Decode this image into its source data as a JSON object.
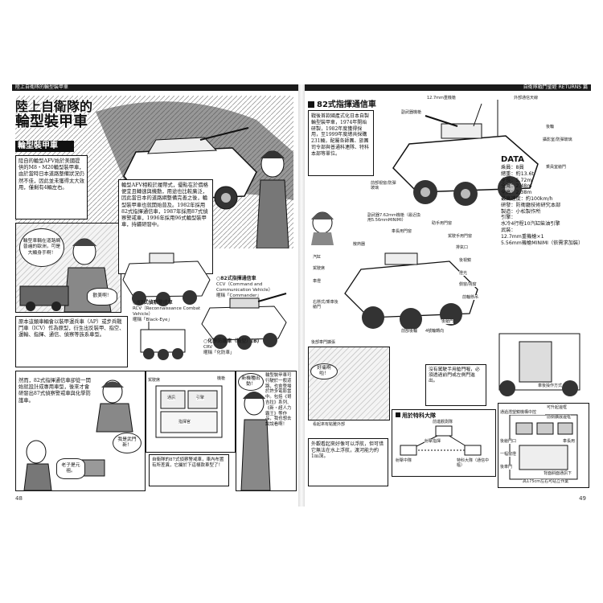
{
  "header": {
    "left_running_title": "陸上自衛隊的輪型裝甲車",
    "right_running_title": "自衛隊戰鬥聖經 RETURNS 篇"
  },
  "page_numbers": {
    "left": "48",
    "right": "49"
  },
  "left_page": {
    "title_line1": "陸上自衛隊的",
    "title_line2": "輪型裝甲車",
    "subtitle": "輪型裝甲車",
    "intro_text": "陸自的輪型AFV始於美國提供的M8・M20輪型裝甲車，由於當時日本道路整備狀況仍然不佳，因此並未獲得太大效用，僅剩有4輛左右。",
    "intro_text2": "輪型AFV相較於履帶式，優點在於價格便宜且轉速與機動，用途也比較廣泛，因此當日本的道路網整備完善之後，輪型裝甲車也就開始普及。1982年採用82式指揮通信車，1987年採用87式偵察警戒車，1996年採用96式輪型裝甲車，持續研發中。",
    "soldier_bubble": "輪型車輛在道路網普遍的歐洲，可是大顯身手啊！",
    "cheer_bubble": "歡美啊！",
    "caption_82": "○82式指揮通信車",
    "caption_82_sub1": "CCV（Command and Communication Vehicle）",
    "caption_82_sub2": "暱稱「Commander」",
    "caption_87": "○87式偵察警戒車",
    "caption_87_sub1": "RCV（Reconnaissance Combat Vehicle）",
    "caption_87_sub2": "暱稱「Black-Eye」",
    "caption_nbc": "○化學防護車（輪型）(B)",
    "caption_nbc_sub1": "CRV",
    "caption_nbc_sub2": "暱稱「化防車」",
    "mid_text": "原本這類車輛會以裝甲運兵車（AP）或步兵戰鬥車（ICV）作為原型，衍生出反裝甲、指空、運輸、指揮、通信、偵察等族系車型。",
    "lower_text": "然而，82式指揮通信車卻從一開始就設計成專用車型，後來才會研發出87式偵察警戒車與化學防護車。",
    "speech_me": "我是武門新！",
    "speech_old": "老子是元祖。",
    "diagram_labels": [
      "通訊",
      "引擎",
      "駕駛席",
      "機槍",
      "指揮官"
    ],
    "diagram_caption": "自衛隊的87式偵察警戒車，車內布置有所差異，它屬於下這樣款車型了！",
    "girl_bubble": "新機種出動！",
    "girl_text": "輪型裝甲車可行駛於一般道路，也會登場於許多電影當中。包括《哥吉拉》系列、《新・超人力霸王》等作品，我也想去說說看啊！",
    "tank_cap": ""
  },
  "right_page": {
    "section_title": "82式指揮通信車",
    "intro_text": "戰後首款國產式化日本自製輪型裝甲車，1974年開始研製，1982年度獲得採用，至1999年度總共採購231輛，配屬各師團、旅團司令部與普通科連隊、特科本部等單位。",
    "labels_top": [
      "12.7mm重機槍",
      "外部通信天線",
      "後輪",
      "攝影室/防彈玻璃",
      "乘員室艙門",
      "副武器機槍",
      "前部視窗/防彈玻璃"
    ],
    "labels_mid": [
      "副武器7.62mm機槍（最近換用5.56mmMINIMI）",
      "助手用門窗",
      "駕駛手用門窗",
      "排氣口",
      "後視鏡",
      "燈光",
      "側窗/視窗",
      "前輪懸吊",
      "車長用門窗",
      "散熱器",
      "汽缸",
      "駕駛席",
      "車燈",
      "右懸式/乘車後艙門",
      "後艙門",
      "4號輪轉向",
      "前部後輪"
    ],
    "data": {
      "heading": "DATA",
      "rows": [
        "乘員：8員",
        "總重：約13.6t",
        "全長：5.72m",
        "全寬：2.48m",
        "全高：2.38m",
        "最高速度：約100km/h",
        "研發：防衛廳技術研究本部",
        "製造：小松製作所",
        "引擎：",
        "水冷4行程10汽缸柴油引擎",
        "武裝：",
        "12.7mm重機槍×1",
        "5.56mm機槍MINIMI（依需求加裝）"
      ]
    },
    "lower_label_top": "後部車門擴張",
    "speech_lower1": "沒有駕駛手用艙門喔，必須透過前門或左側門進出。",
    "speech_bubble_pass": "好痛啊啦！",
    "speech_lower2": "看起來有點難外部",
    "special_title": "用於特科大隊",
    "net_labels": [
      "射擊指揮",
      "前進觀測隊",
      "射擊中隊",
      "特科大隊（通信中樞）"
    ],
    "bottom_text": "外觀看起來好像可以浮航，但可惜它無法在水上浮航，渡河能力約1m深。",
    "rear_labels": [
      "可升起邊框",
      "通過潛望鏡機構中控",
      "後艙門口",
      "一幅窗燈",
      "後車門",
      "車長用",
      "背面斜面通訊下",
      "高175cm左右可站立作業"
    ],
    "rear_labels2": [
      "車後操作方式"
    ],
    "inside_label": "前側擴展邊框"
  },
  "colors": {
    "ink": "#111111",
    "paper": "#ffffff",
    "header": "#1a1a1a"
  }
}
